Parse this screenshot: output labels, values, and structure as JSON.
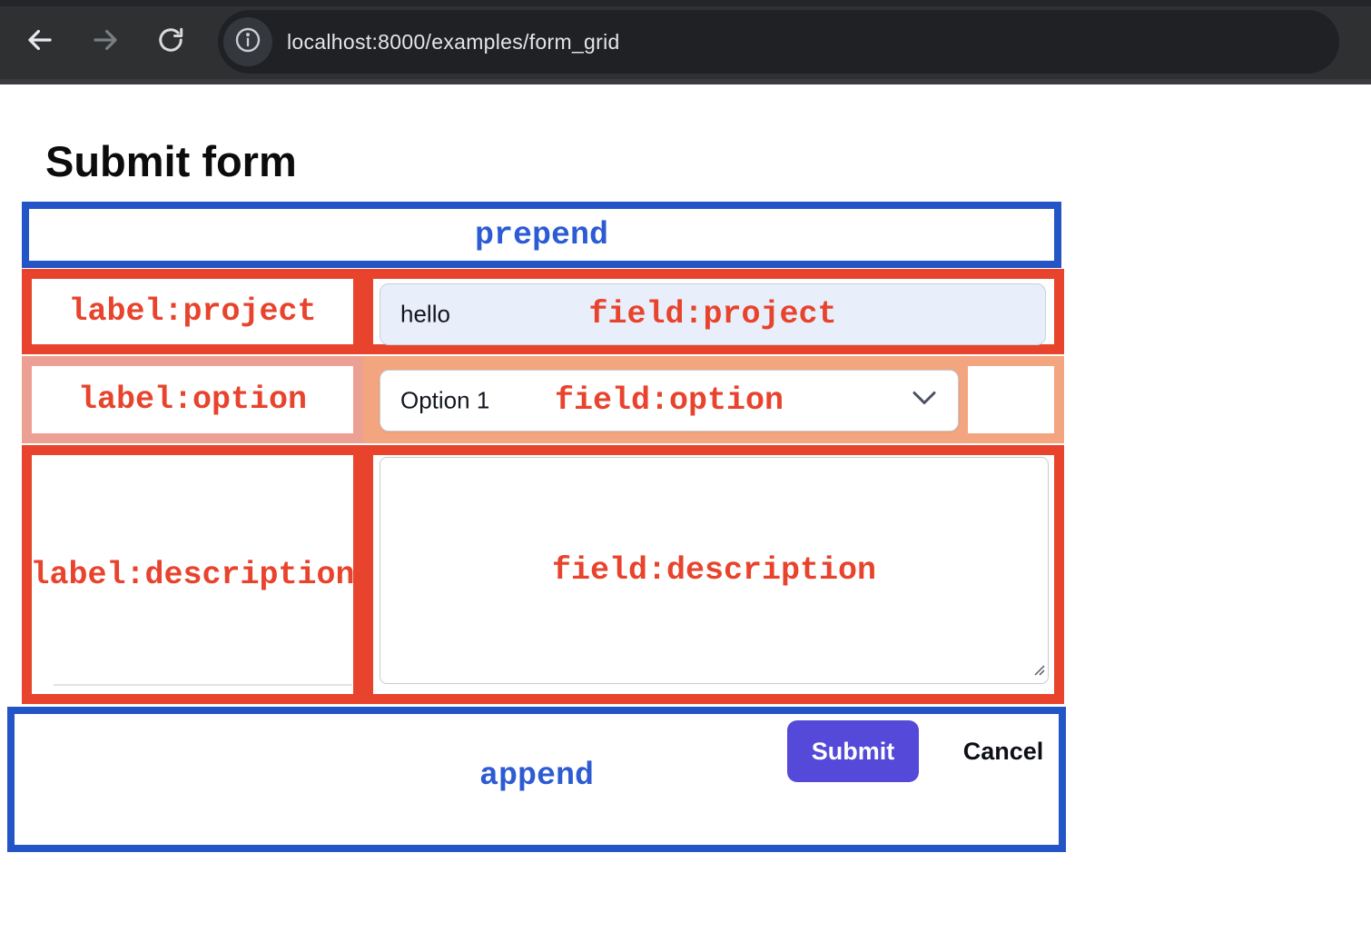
{
  "browser": {
    "url": "localhost:8000/examples/form_grid"
  },
  "page": {
    "title": "Submit form"
  },
  "overlays": {
    "prepend": "prepend",
    "append": "append",
    "label_project": "label:project",
    "field_project": "field:project",
    "label_option": "label:option",
    "field_option": "field:option",
    "label_description": "label:description",
    "field_description": "field:description"
  },
  "form": {
    "project_value": "hello",
    "option_selected": "Option 1",
    "submit_label": "Submit",
    "cancel_label": "Cancel"
  },
  "icons": {
    "back": "back-icon",
    "forward": "forward-icon",
    "reload": "reload-icon",
    "info": "info-icon",
    "chevron": "chevron-down-icon",
    "resize": "resize-grip-icon"
  },
  "colors": {
    "blue_border": "#2355C7",
    "blue_text": "#2C5BD4",
    "red_border": "#E8432C",
    "red_text": "#E8432C",
    "pink_border": "#EC9F93",
    "peach_overlay": "#F2A57F",
    "input_bg": "#E9EEFB",
    "input_border": "#C8CEDC",
    "select_border": "#C7CBD4",
    "button_bg": "#5449D8",
    "button_text": "#FFFFFF",
    "toolbar_bg": "#2E3032",
    "pill_bg": "#1F2124",
    "url_text": "#E3E5E9"
  }
}
